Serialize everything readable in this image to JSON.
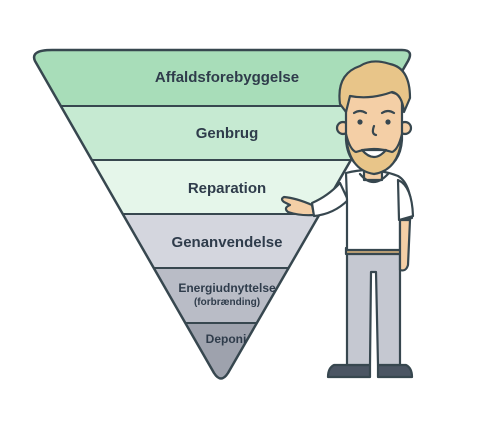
{
  "pyramid": {
    "tiers": [
      {
        "label": "Affaldsforebyggelse",
        "sublabel": "",
        "fill": "#a8ddb9"
      },
      {
        "label": "Genbrug",
        "sublabel": "",
        "fill": "#c6ead2"
      },
      {
        "label": "Reparation",
        "sublabel": "",
        "fill": "#e5f6ea"
      },
      {
        "label": "Genanvendelse",
        "sublabel": "",
        "fill": "#d4d6de"
      },
      {
        "label": "Energiudnyttelse",
        "sublabel": "(forbrænding)",
        "fill": "#b9bcc6"
      },
      {
        "label": "Deponi",
        "sublabel": "",
        "fill": "#9ea2ad"
      }
    ],
    "outline_color": "#37474f"
  },
  "character": {
    "hair_color": "#e8c589",
    "skin_color": "#f4cfa6",
    "shirt_color": "#ffffff",
    "pants_color": "#c5c8d1",
    "shoe_color": "#4b5563",
    "belt_color": "#c9a978"
  }
}
